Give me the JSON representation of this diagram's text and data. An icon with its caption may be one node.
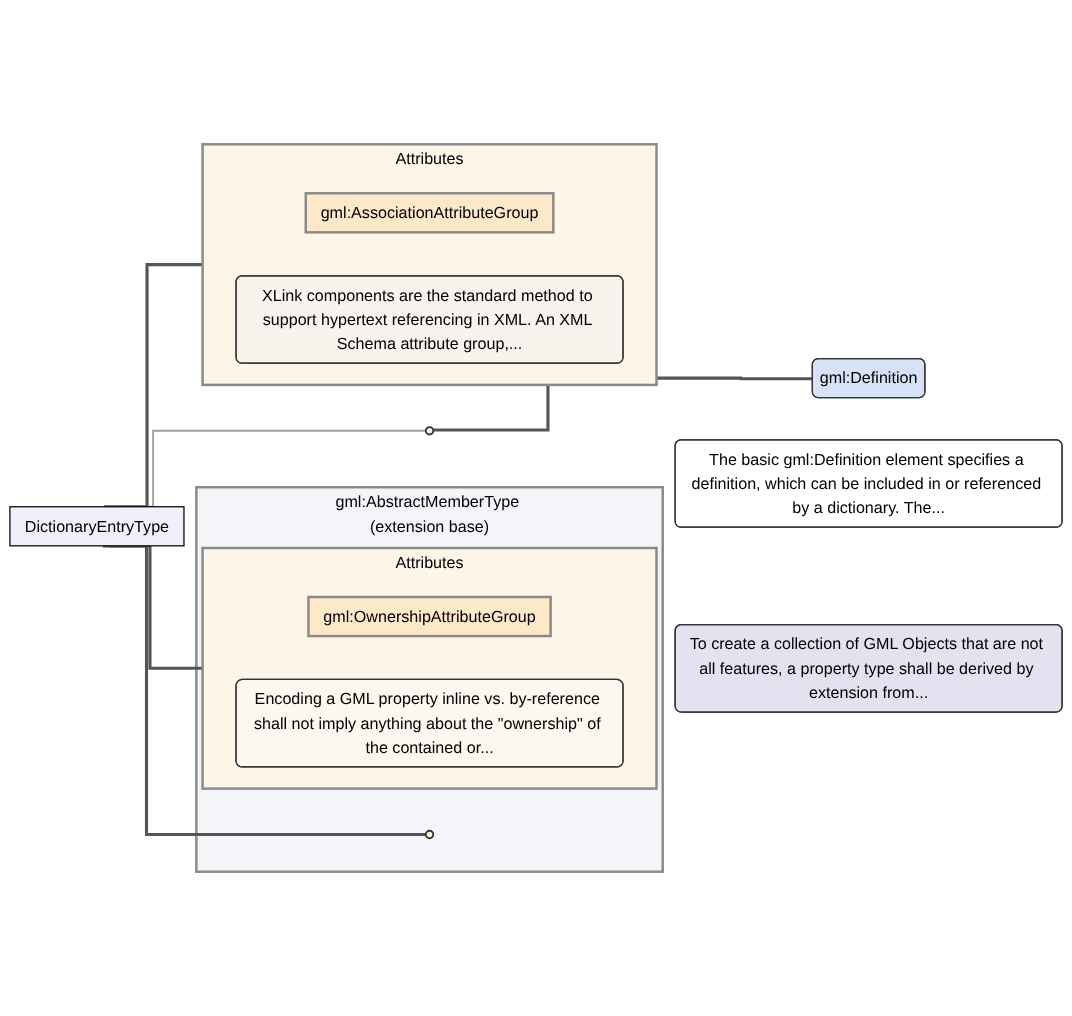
{
  "diagram": {
    "nodes": [
      {
        "text": [
          "DictionaryEntryType"
        ]
      },
      {
        "text": [
          "gml:AbstractMemberType (extension base)"
        ],
        "beside": [
          "To create a collection of GML Objects that are not all features, a property type shall be derived by extension from..."
        ]
      },
      {
        "text": [
          "Attributes"
        ],
        "in": 1
      },
      {
        "text": [
          "gml:OwnershipAttributeGroup"
        ],
        "in": 2,
        "beside": [
          "Encoding a GML property inline vs. by-reference shall not imply anything about the \"ownership\" of the contained or..."
        ]
      },
      {
        "text": [],
        "shape": "circle",
        "in": 1
      },
      {
        "text": [
          "Attributes"
        ]
      },
      {
        "text": [
          "gml:AssociationAttributeGroup"
        ],
        "in": 5,
        "beside": [
          "XLink components are the standard method to support hypertext referencing in XML. An XML Schema attribute group,..."
        ]
      },
      {
        "text": [],
        "shape": "circle"
      },
      {
        "text": [
          "gml:Definition"
        ],
        "beside": [
          "The basic gml:Definition element specifies a definition, which can be included in or referenced by a dictionary. The..."
        ]
      }
    ],
    "edges": [
      {
        "from": 0,
        "to": 2,
        "arrow": "none"
      },
      {
        "from": 0,
        "to": 4,
        "arrow": "none"
      },
      {
        "from": 0,
        "to": 5,
        "arrow": "none"
      },
      {
        "from": 0,
        "to": 7,
        "arrow": "none",
        "color": "#a0a0a0"
      },
      {
        "from": 7,
        "to": 8,
        "arrow": "none"
      }
    ]
  }
}
